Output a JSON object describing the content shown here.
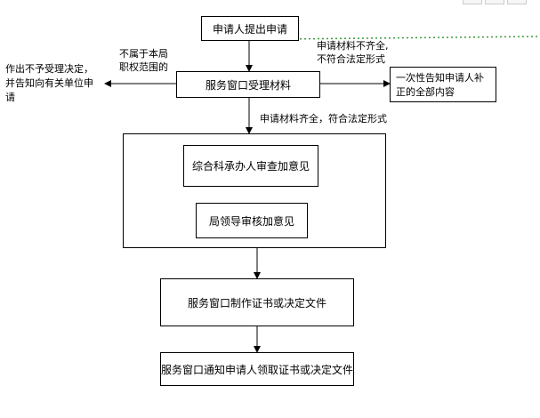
{
  "nodes": {
    "apply": "申请人提出申请",
    "window_accept": "服务窗口受理材料",
    "reject": "作出不予受理决定，并告知向有关单位申请",
    "supplement": "一次性告知申请人补正的全部内容",
    "review": "综合科承办人审查加意见",
    "approve": "局领导审核加意见",
    "produce": "服务窗口制作证书或决定文件",
    "notify": "服务窗口通知申请人领取证书或决定文件"
  },
  "labels": {
    "not_in_scope_1": "不属于本局",
    "not_in_scope_2": "职权范围的",
    "incomplete_1": "申请材料不齐全,",
    "incomplete_2": "不符合法定形式",
    "complete": "申请材料齐全，符合法定形式"
  },
  "colors": {
    "line": "#000000",
    "dotted_green": "#3a9a3a"
  }
}
